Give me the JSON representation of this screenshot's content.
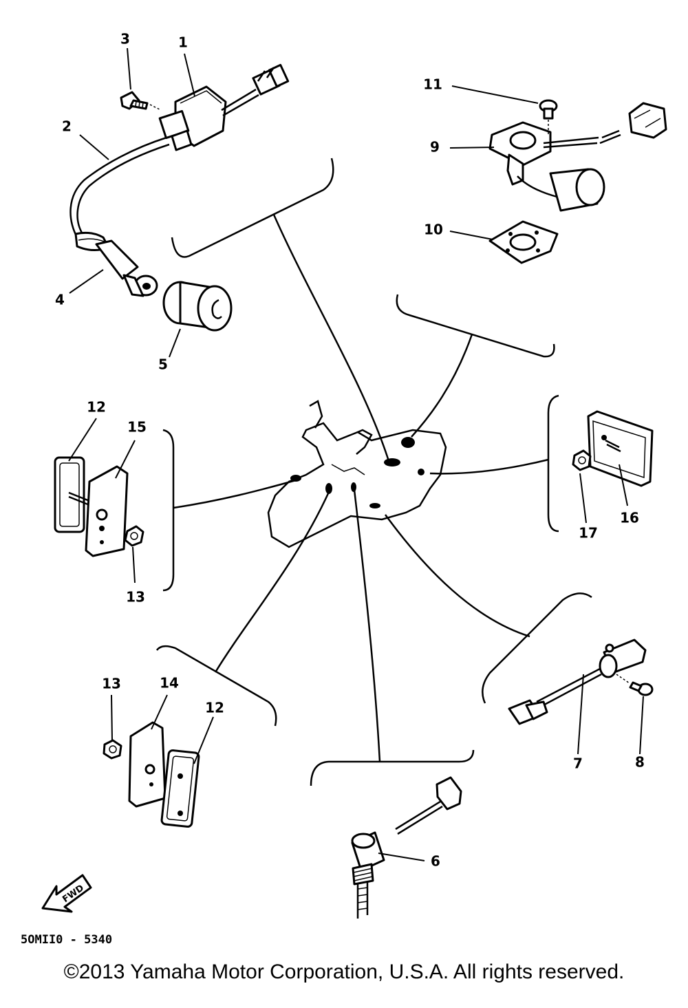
{
  "diagram": {
    "callouts": {
      "c1": "1",
      "c2": "2",
      "c3": "3",
      "c4": "4",
      "c5": "5",
      "c6": "6",
      "c7": "7",
      "c8": "8",
      "c9": "9",
      "c10": "10",
      "c11": "11",
      "c12a": "12",
      "c12b": "12",
      "c13a": "13",
      "c13b": "13",
      "c14": "14",
      "c15": "15",
      "c16": "16",
      "c17": "17"
    },
    "fwd_label": "FWD",
    "drawing_code": "5OMII0 - 5340"
  },
  "footer": {
    "copyright": "©2013 Yamaha Motor Corporation, U.S.A. All rights reserved."
  }
}
